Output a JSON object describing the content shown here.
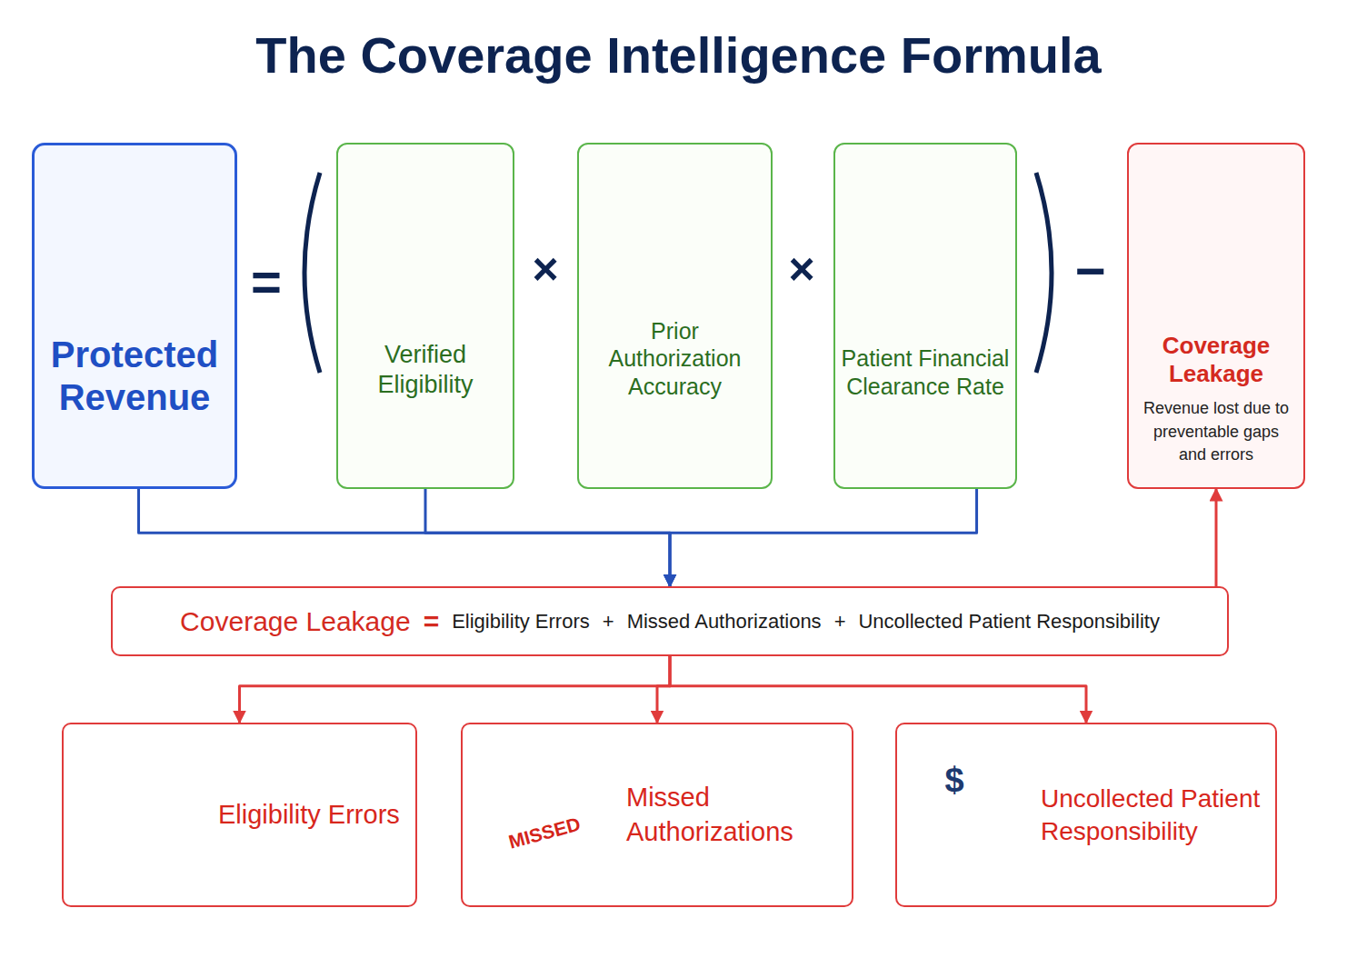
{
  "diagram": {
    "title": "The Coverage Intelligence Formula",
    "nodes": [
      {
        "text": [
          "Protected Revenue"
        ]
      },
      {
        "text": [
          "Verified Eligibility"
        ]
      },
      {
        "text": [
          "Prior Authorization Accuracy"
        ]
      },
      {
        "text": [
          "Patient Financial Clearance Rate"
        ]
      },
      {
        "text": [
          "Coverage Leakage",
          "Revenue lost due to preventable gaps and errors"
        ]
      },
      {
        "text": [
          "Coverage Leakage",
          "=",
          "Eligibility Errors",
          "+",
          "Missed Authorizations",
          "+",
          "Uncollected Patient Responsibility"
        ]
      },
      {
        "text": [
          "Eligibility Errors"
        ]
      },
      {
        "text": [
          "Missed Authorizations"
        ]
      },
      {
        "text": [
          "Uncollected Patient Responsibility"
        ]
      }
    ],
    "edges": [
      {
        "from": 0,
        "to": 5,
        "arrow": "to"
      },
      {
        "from": 1,
        "to": 5,
        "arrow": "to"
      },
      {
        "from": 3,
        "to": 5,
        "arrow": "to"
      },
      {
        "from": 5,
        "to": 4,
        "arrow": "to"
      },
      {
        "from": 5,
        "to": 6,
        "arrow": "to"
      },
      {
        "from": 5,
        "to": 7,
        "arrow": "to"
      },
      {
        "from": 5,
        "to": 8,
        "arrow": "to"
      }
    ],
    "labels": [
      "=",
      "×",
      "×",
      "−",
      "MISSED",
      "$"
    ]
  }
}
